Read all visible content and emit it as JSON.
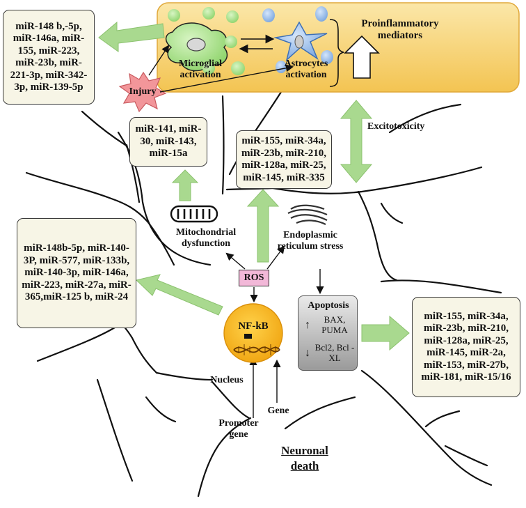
{
  "boxes": {
    "top_left_mirnas": "miR-148 b,-5p, miR-146a, miR-155, miR-223, miR-23b, miR-221-3p, miR-342-3p, miR-139-5p",
    "mito_mirnas": "miR-141, miR-30, miR-143, miR-15a",
    "er_mirnas": "miR-155, miR-34a, miR-23b, miR-210, miR-128a, miR-25, miR-145, miR-335",
    "left_mirnas": "miR-148b-5p, miR-140-3P, miR-577, miR-133b, miR-140-3p, miR-146a, miR-223, miR-27a, miR-365,miR-125 b, miR-24",
    "right_mirnas": "miR-155, miR-34a, miR-23b, miR-210, miR-128a, miR-25, miR-145, miR-2a, miR-153, miR-27b, miR-181, miR-15/16"
  },
  "labels": {
    "microglial": "Microglial activation",
    "astrocytes": "Astrocytes activation",
    "proinflammatory": "Proinflammatory mediators",
    "injury": "Injury",
    "excitotoxicity": "Excitotoxicity",
    "mitochondrial": "Mitochondrial dysfunction",
    "er_stress": "Endoplasmic reticulum stress",
    "ros": "ROS",
    "nfkb": "NF-kB",
    "nucleus": "Nucleus",
    "promoter_gene": "Promoter gene",
    "gene": "Gene",
    "neuronal_death": "Neuronal death"
  },
  "apoptosis": {
    "title": "Apoptosis",
    "up_label": "BAX, PUMA",
    "down_label": "Bcl2, Bcl -XL",
    "up_arrow": "↑",
    "down_arrow": "↓"
  },
  "colors": {
    "glia_panel": "#f7d27a",
    "green_arrow": "#a9d98f",
    "box_fill": "#f7f5e6",
    "injury_star": "#f2969a",
    "ros_fill": "#f2b8d8",
    "nucleus_fill": "#f5b21d",
    "astrocyte": "#8bb2e6",
    "microglia": "#a6df84"
  }
}
